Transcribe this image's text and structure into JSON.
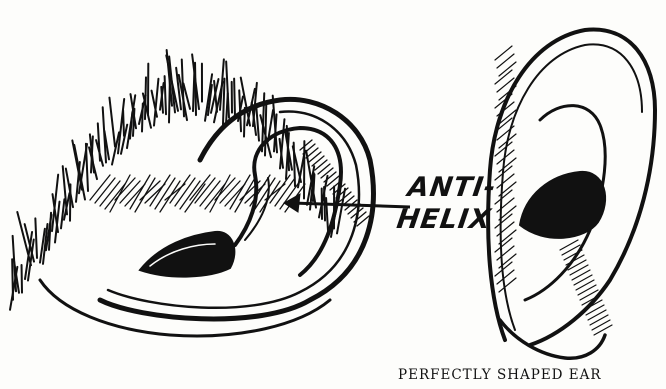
{
  "figure": {
    "label_line1": "ANTI-",
    "label_line2": "HELIX",
    "caption": "PERFECTLY SHAPED EAR",
    "ink_color": "#111111",
    "paper_color": "#fdfdfb"
  },
  "icons": {
    "left": "ear-drawing-with-hair-icon",
    "right": "perfect-ear-drawing-icon",
    "pointer": "arrow-left-icon"
  }
}
